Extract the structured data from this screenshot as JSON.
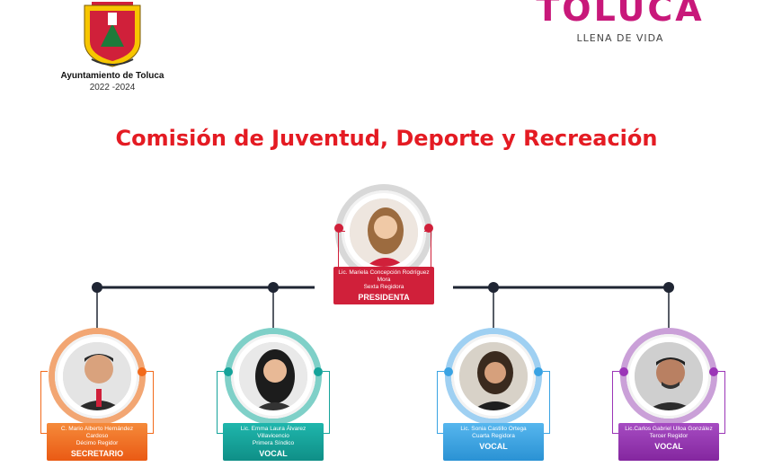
{
  "header": {
    "left_logo": {
      "name": "Ayuntamiento de Toluca",
      "period": "2022 -2024"
    },
    "right_logo": {
      "brand": "TOLUCA",
      "tagline": "LLENA DE VIDA"
    }
  },
  "title": "Comisión de Juventud, Deporte y Recreación",
  "colors": {
    "title": "#e41b23",
    "presidenta": "#d0203a",
    "secretario": "#f26a1b",
    "vocal_teal": "#15a39a",
    "vocal_blue": "#3aa3e3",
    "vocal_purple": "#9b35b7",
    "connector": "#1f2533",
    "brand": "#c8187a"
  },
  "members": [
    {
      "id": "presidenta",
      "name": "Lic. Mariela Concepción Rodríguez Mora",
      "position": "Sexta Regidora",
      "role": "PRESIDENTA"
    },
    {
      "id": "secretario",
      "name": "C. Mario Alberto Hernández Cardoso",
      "position": "Décimo Regidor",
      "role": "SECRETARIO"
    },
    {
      "id": "vocal-1",
      "name": "Lic. Emma Laura Álvarez Villavicencio",
      "position": "Primera Síndico",
      "role": "VOCAL"
    },
    {
      "id": "vocal-2",
      "name": "Lic. Sonia Castillo Ortega",
      "position": "Cuarta Regidora",
      "role": "VOCAL"
    },
    {
      "id": "vocal-3",
      "name": "Lic.Carlos Gabriel Ulloa González",
      "position": "Tercer Regidor",
      "role": "VOCAL"
    }
  ]
}
